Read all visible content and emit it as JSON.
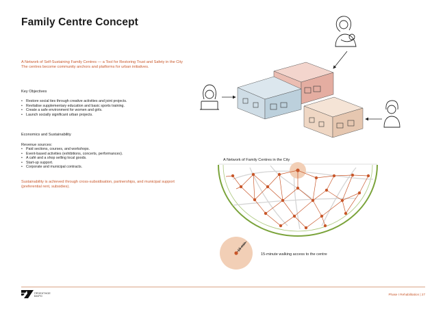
{
  "page": {
    "title": "Family Centre Concept",
    "intro_line1": "A Network of Self-Sustaining Family Centres — a Tool for Restoring Trust and Safety in the City",
    "intro_line2": "The centres become community anchors and platforms for urban initiatives.",
    "objectives_heading": "Key Objectives",
    "objectives": [
      "Restore social ties through creative activities and joint projects.",
      "Revitalise supplementary education and basic sports training.",
      "Create a safe environment for women and girls.",
      "Launch socially significant urban projects."
    ],
    "economics_heading": "Economics and Sustainability",
    "revenue_heading": "Revenue sources:",
    "revenue": [
      "Paid sections, courses, and workshops.",
      "Event-based activities (exhibitions, concerts, performances).",
      "A café and a shop selling local goods.",
      "Start-up support.",
      "Corporate and municipal contracts."
    ],
    "sustainability": "Sustainability is achieved through cross-subsidisation, partnerships, and municipal support (preferential rent, subsidies)."
  },
  "figure": {
    "network_caption": "A Network of Family Centres in the City",
    "walk_label": "15 min",
    "walk_caption": "15-minute walking access to the centre"
  },
  "footer": {
    "logo_text_1": "ПРОЕКТНОЕ",
    "logo_text_2": "БЮРО",
    "page_label": "Phase I  Rehabilitation  |  27"
  },
  "colors": {
    "accent": "#c8572a",
    "peach": "#f2cfb6",
    "green": "#7aa33a",
    "box_blue": "#cfdde6",
    "box_pink": "#ebbdb2",
    "box_peach": "#efd7c4"
  },
  "icons": [
    "woman-with-baby-icon",
    "woman-at-desk-icon",
    "man-icon",
    "arrow-icon",
    "sport-icon",
    "shop-icon",
    "café-icon",
    "laptop-icon"
  ]
}
